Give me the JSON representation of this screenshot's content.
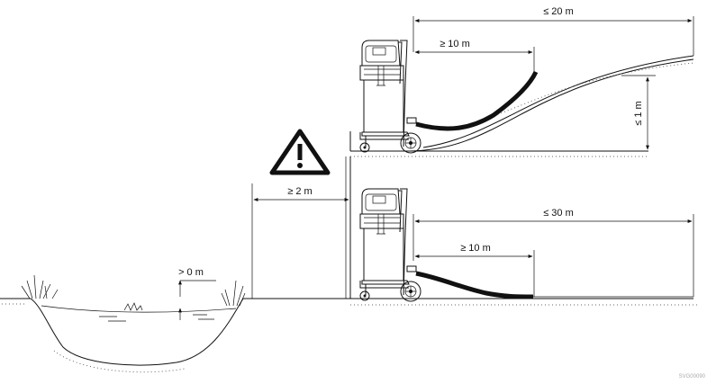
{
  "warning": {
    "icon": "warning-triangle-icon",
    "symbol": "!"
  },
  "labels": {
    "max_hose_upper": "≤ 20 m",
    "min_hose_upper": "≥ 10 m",
    "max_height": "≤ 1 m",
    "min_distance": "≥ 2 m",
    "max_hose_lower": "≤ 30 m",
    "min_hose_lower": "≥ 10 m",
    "water_depth": "> 0 m"
  },
  "figure_id": "SVG00090"
}
